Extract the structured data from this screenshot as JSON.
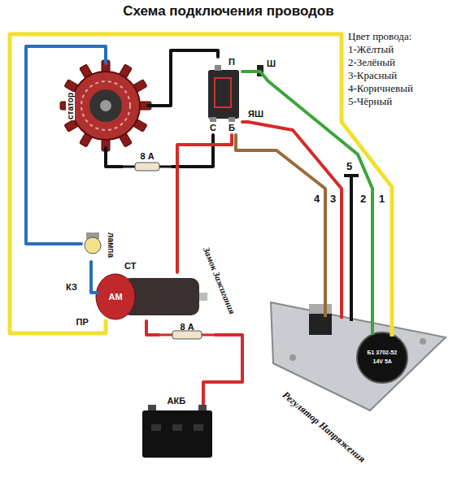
{
  "diagram": {
    "title": "Схема подключения проводов",
    "nodes": [
      {
        "text": [
          "статор"
        ]
      },
      {
        "text": [
          "П",
          "С",
          "Б"
        ]
      },
      {
        "text": [
          "8 А"
        ]
      },
      {
        "text": [
          "лампа"
        ]
      },
      {
        "text": [
          "Замок Зажигания",
          "КЗ",
          "СТ",
          "АМ",
          "ПР"
        ]
      },
      {
        "text": [
          "8 А"
        ]
      },
      {
        "text": [
          "АКБ"
        ]
      },
      {
        "text": [
          "Регулятор Напряжения",
          "Б1 3702-52",
          "14V 5A"
        ]
      }
    ],
    "edges": [
      {
        "from": 0,
        "to": 2,
        "arrow": "none"
      },
      {
        "from": 2,
        "to": 1,
        "arrow": "none"
      },
      {
        "from": 0,
        "to": 1,
        "arrow": "none"
      },
      {
        "from": 0,
        "to": 3,
        "arrow": "none"
      },
      {
        "from": 3,
        "to": 4,
        "arrow": "none"
      },
      {
        "from": 1,
        "to": 4,
        "arrow": "none"
      },
      {
        "from": 4,
        "to": 5,
        "arrow": "none"
      },
      {
        "from": 5,
        "to": 6,
        "arrow": "none"
      },
      {
        "from": 7,
        "to": 4,
        "arrow": "none"
      },
      {
        "from": 7,
        "to": 1,
        "arrow": "none"
      },
      {
        "from": 7,
        "to": 1,
        "arrow": "none"
      },
      {
        "from": 7,
        "to": 1,
        "arrow": "none"
      }
    ],
    "labels": [
      "Цвет провода:",
      "1-Жёлтый",
      "2-Зелёный",
      "3-Красный",
      "4-Коричневый",
      "5-Чёрный",
      "Ш",
      "ЯШ",
      "4",
      "3",
      "5",
      "2",
      "1"
    ]
  }
}
